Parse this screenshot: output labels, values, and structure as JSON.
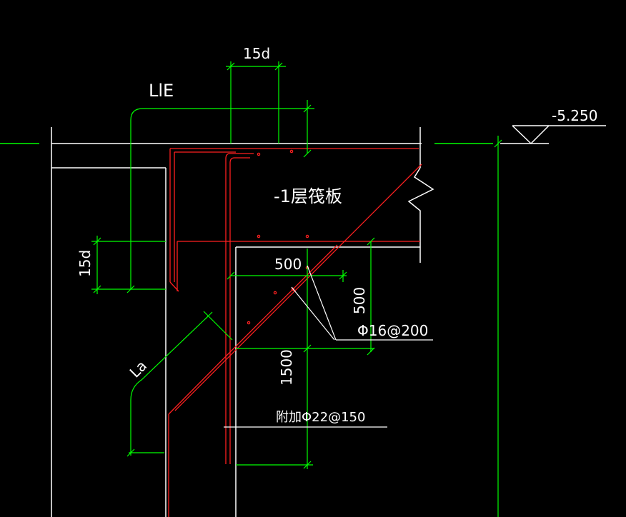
{
  "colors": {
    "background": "#000000",
    "structure": "#ffffff",
    "rebar": "#ff2020",
    "dimension": "#00ff00"
  },
  "labels": {
    "top_dim": "15d",
    "lie": "LlE",
    "elevation": "-5.250",
    "raft_label": "-1层筏板",
    "dim_500_h": "500",
    "dim_500_v": "500",
    "rebar_spec": "Φ16@200",
    "side_dim": "15d",
    "la": "La",
    "dim_1500": "1500",
    "additional_rebar": "附加Φ22@150"
  }
}
